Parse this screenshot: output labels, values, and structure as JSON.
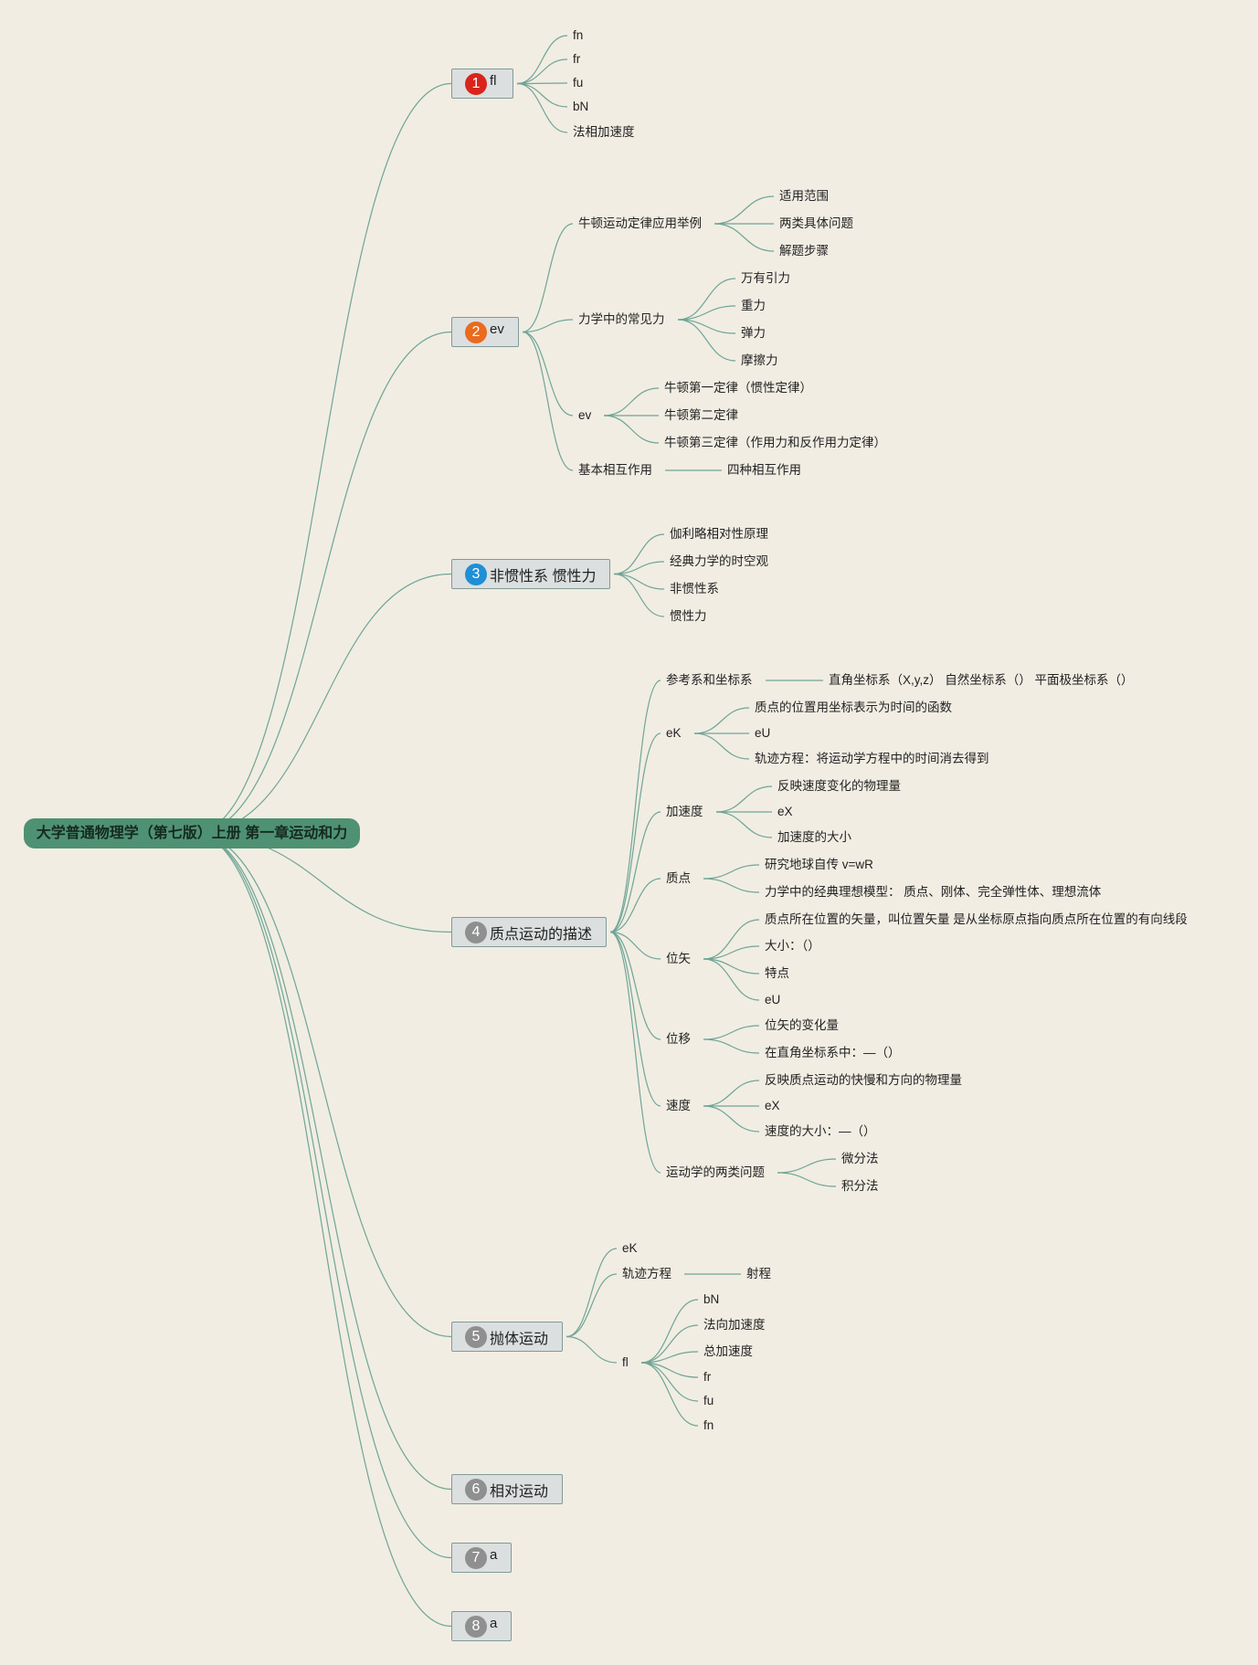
{
  "root": {
    "label": "大学普通物理学（第七版）上册 第一章运动和力"
  },
  "branches": [
    {
      "badge": "1",
      "label": "fl",
      "children": [
        "fn",
        "fr",
        "fu",
        "bN",
        "法相加速度"
      ]
    },
    {
      "badge": "2",
      "label": "ev",
      "children": [
        {
          "label": "牛顿运动定律应用举例",
          "children": [
            "适用范围",
            "两类具体问题",
            "解题步骤"
          ]
        },
        {
          "label": "力学中的常见力",
          "children": [
            "万有引力",
            "重力",
            "弹力",
            "摩擦力"
          ]
        },
        {
          "label": "ev",
          "children": [
            "牛顿第一定律（惯性定律）",
            "牛顿第二定律",
            "牛顿第三定律（作用力和反作用力定律）"
          ]
        },
        {
          "label": "基本相互作用",
          "children": [
            "四种相互作用"
          ]
        }
      ]
    },
    {
      "badge": "3",
      "label": "非惯性系 惯性力",
      "children": [
        "伽利略相对性原理",
        "经典力学的时空观",
        "非惯性系",
        "惯性力"
      ]
    },
    {
      "badge": "4",
      "label": "质点运动的描述",
      "children": [
        {
          "label": "参考系和坐标系",
          "children": [
            "直角坐标系（X,y,z） 自然坐标系（） 平面极坐标系（）"
          ]
        },
        {
          "label": "eK",
          "children": [
            "质点的位置用坐标表示为时间的函数",
            "eU",
            "轨迹方程：将运动学方程中的时间消去得到"
          ]
        },
        {
          "label": "加速度",
          "children": [
            "反映速度变化的物理量",
            "eX",
            "加速度的大小"
          ]
        },
        {
          "label": "质点",
          "children": [
            "研究地球自传 v=wR",
            "力学中的经典理想模型： 质点、刚体、完全弹性体、理想流体"
          ]
        },
        {
          "label": "位矢",
          "children": [
            "质点所在位置的矢量，叫位置矢量 是从坐标原点指向质点所在位置的有向线段",
            "大小：（）",
            "特点",
            "eU"
          ]
        },
        {
          "label": "位移",
          "children": [
            "位矢的变化量",
            "在直角坐标系中：—（）"
          ]
        },
        {
          "label": "速度",
          "children": [
            "反映质点运动的快慢和方向的物理量",
            "eX",
            "速度的大小：—（）"
          ]
        },
        {
          "label": "运动学的两类问题",
          "children": [
            "微分法",
            "积分法"
          ]
        }
      ]
    },
    {
      "badge": "5",
      "label": "抛体运动",
      "children": [
        {
          "label": "eK",
          "children": []
        },
        {
          "label": "轨迹方程",
          "children": [
            "射程"
          ]
        },
        {
          "label": "fl",
          "children": [
            "bN",
            "法向加速度",
            "总加速度",
            "fr",
            "fu",
            "fn"
          ]
        }
      ]
    },
    {
      "badge": "6",
      "label": "相对运动",
      "children": []
    },
    {
      "badge": "7",
      "label": "a",
      "children": []
    },
    {
      "badge": "8",
      "label": "a",
      "children": []
    }
  ],
  "colors": {
    "background": "#f1ede3",
    "root_fill": "#4f9173",
    "branch_fill": "#dcdfdf",
    "branch_border": "#7f9b97",
    "connector": "#6fa596",
    "badge_1": "#d9241b",
    "badge_2": "#ea6a1e",
    "badge_3": "#1f8fd6",
    "badge_other": "#8f8f8f"
  }
}
